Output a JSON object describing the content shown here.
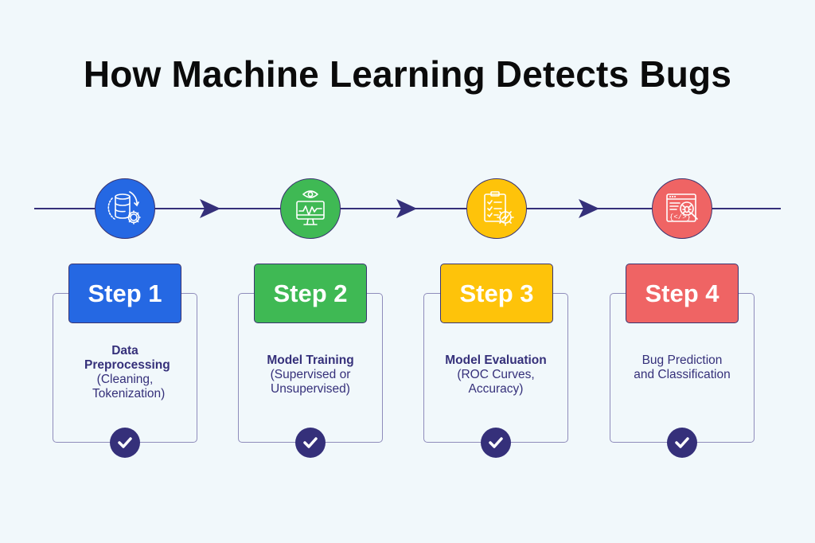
{
  "title": "How Machine Learning Detects Bugs",
  "colors": {
    "background": "#f1f8fb",
    "line": "#35307a",
    "text": "#35307a"
  },
  "steps": [
    {
      "label": "Step 1",
      "color": "#2568e3",
      "icon": "database-sync-gear-icon",
      "title": "Data Preprocessing",
      "detail": "(Cleaning, Tokenization)"
    },
    {
      "label": "Step 2",
      "color": "#3fb954",
      "icon": "monitor-eye-pulse-icon",
      "title": "Model Training",
      "detail": "(Supervised or Unsupervised)"
    },
    {
      "label": "Step 3",
      "color": "#fec30a",
      "icon": "clipboard-checklist-gear-icon",
      "title": "Model Evaluation",
      "detail": "(ROC Curves, Accuracy)"
    },
    {
      "label": "Step 4",
      "color": "#ef6464",
      "icon": "code-window-bug-search-icon",
      "title": "",
      "detail": "Bug Prediction and Classification"
    }
  ]
}
